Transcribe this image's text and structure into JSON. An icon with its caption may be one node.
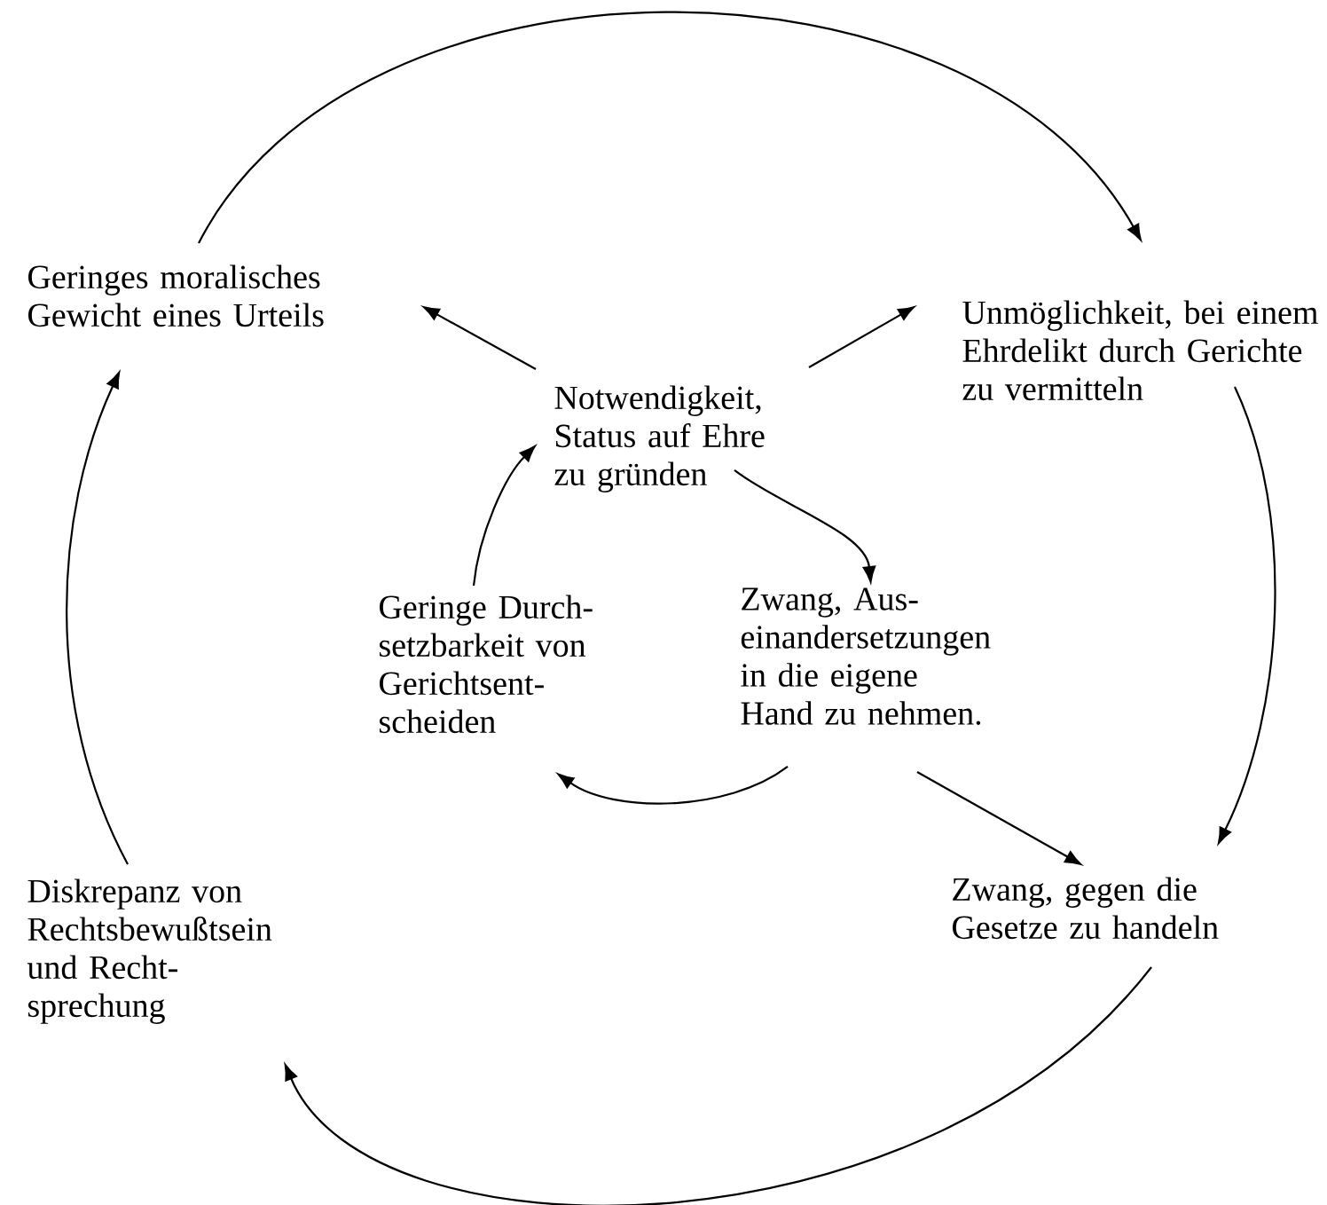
{
  "diagram": {
    "nodes": [
      {
        "text": [
          "Geringes moralisches Gewicht eines Urteils"
        ]
      },
      {
        "text": [
          "Unmöglichkeit, bei einem Ehrdelikt durch Gerichte zu vermitteln"
        ]
      },
      {
        "text": [
          "Notwendigkeit, Status auf Ehre zu gründen"
        ]
      },
      {
        "text": [
          "Geringe Durch- setzbarkeit von Gerichtsent- scheiden"
        ]
      },
      {
        "text": [
          "Zwang, Aus- einandersetzungen in die eigene Hand zu nehmen."
        ]
      },
      {
        "text": [
          "Diskrepanz von Rechtsbewußtsein und Recht- sprechung"
        ]
      },
      {
        "text": [
          "Zwang, gegen die Gesetze zu handeln"
        ]
      }
    ],
    "edges": [
      {
        "from": 2,
        "to": 0,
        "arrow": "to"
      },
      {
        "from": 2,
        "to": 1,
        "arrow": "to"
      },
      {
        "from": 2,
        "to": 4,
        "arrow": "to"
      },
      {
        "from": 4,
        "to": 3,
        "arrow": "to"
      },
      {
        "from": 3,
        "to": 2,
        "arrow": "to"
      },
      {
        "from": 4,
        "to": 6,
        "arrow": "to"
      },
      {
        "from": 0,
        "to": 1,
        "arrow": "to"
      },
      {
        "from": 1,
        "to": 6,
        "arrow": "to"
      },
      {
        "from": 6,
        "to": 5,
        "arrow": "to"
      },
      {
        "from": 5,
        "to": 0,
        "arrow": "to"
      }
    ]
  }
}
